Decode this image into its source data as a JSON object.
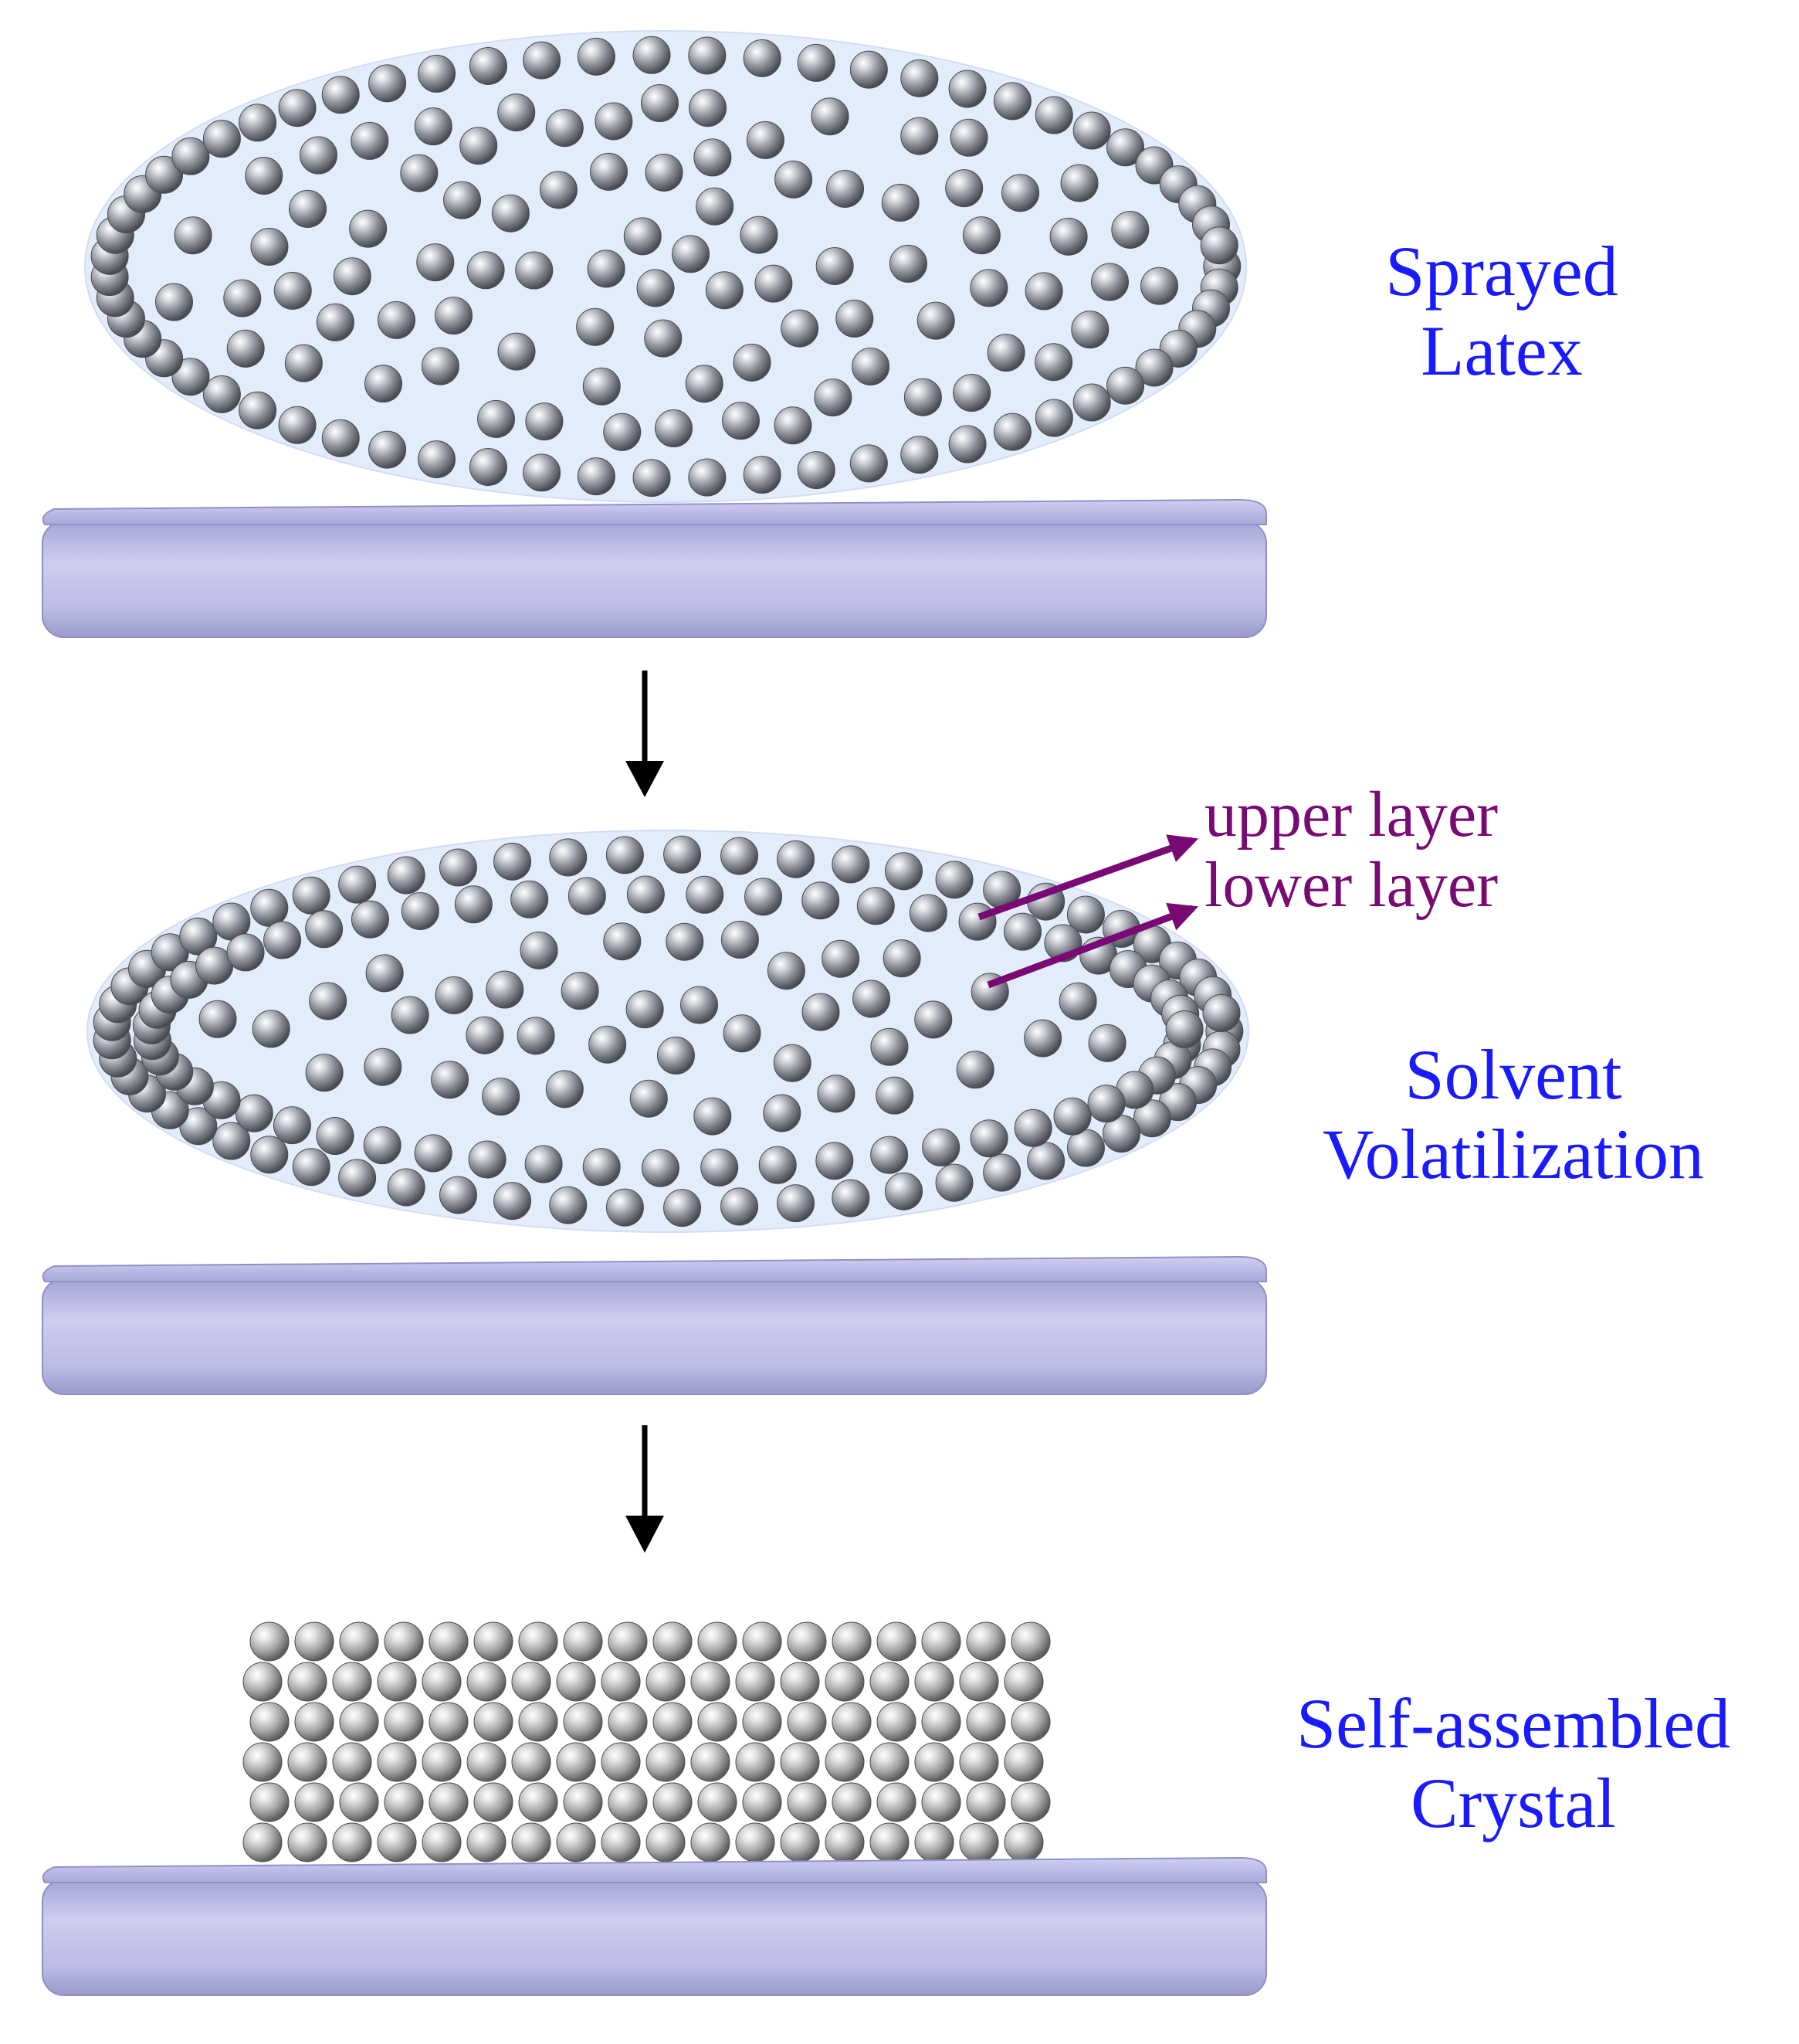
{
  "stages": [
    {
      "id": "sprayed",
      "label_lines": [
        "Sprayed",
        "Latex"
      ]
    },
    {
      "id": "volatilization",
      "label_lines": [
        "Solvent",
        "Volatilization"
      ]
    },
    {
      "id": "crystal",
      "label_lines": [
        "Self-assembled",
        "Crystal"
      ]
    }
  ],
  "annotations": {
    "upper": "upper layer",
    "lower": "lower layer"
  },
  "colors": {
    "label_text": "#1a1aff",
    "annotation": "#7a0a73",
    "latex_fill": "#e3ecfb",
    "substrate": "#bdbde8",
    "particle": "#8a8d96",
    "process_arrow": "#000000"
  },
  "icons": {
    "particle": "sphere",
    "process_arrow": "down-arrow",
    "annotation_arrow": "right-arrow"
  }
}
